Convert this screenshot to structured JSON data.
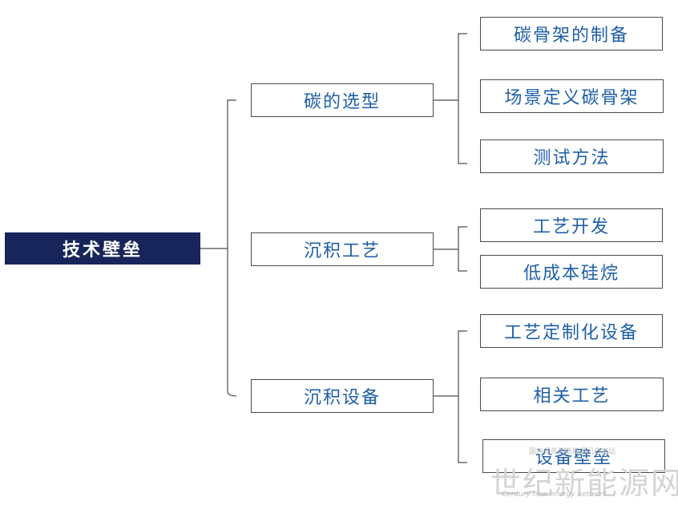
{
  "root": {
    "label": "技术壁垒"
  },
  "branches": [
    {
      "label": "碳的选型",
      "children": [
        "碳骨架的制备",
        "场景定义碳骨架",
        "测试方法"
      ]
    },
    {
      "label": "沉积工艺",
      "children": [
        "工艺开发",
        "低成本硅烷"
      ]
    },
    {
      "label": "沉积设备",
      "children": [
        "工艺定制化设备",
        "相关工艺",
        "设备壁垒"
      ]
    }
  ],
  "watermark": {
    "main": "世纪新能源网",
    "sub": "Century new energy network",
    "top": "国内领先的新能源门户网站"
  }
}
